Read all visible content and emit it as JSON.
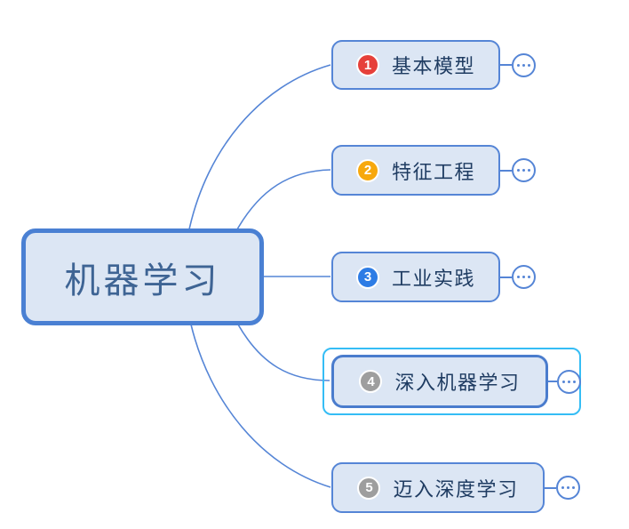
{
  "root": {
    "label": "机器学习"
  },
  "branches": [
    {
      "label": "基本模型",
      "number": "1",
      "badge_color": "#e6403a",
      "selected": false
    },
    {
      "label": "特征工程",
      "number": "2",
      "badge_color": "#f7a80d",
      "selected": false
    },
    {
      "label": "工业实践",
      "number": "3",
      "badge_color": "#2d7ce5",
      "selected": false
    },
    {
      "label": "深入机器学习",
      "number": "4",
      "badge_color": "#9e9e9e",
      "selected": true
    },
    {
      "label": "迈入深度学习",
      "number": "5",
      "badge_color": "#9e9e9e",
      "selected": false
    }
  ],
  "colors": {
    "canvas_bg": "#ffffff",
    "node_fill": "#dce6f4",
    "node_border": "#5585d6",
    "root_border": "#4a80d3",
    "selected_border": "#4a7ccd",
    "selection_ring": "#35bdf5",
    "connector": "#5585d6",
    "root_text": "#3e6494",
    "branch_text": "#1f3c62",
    "badge_number": "#ffffff"
  }
}
